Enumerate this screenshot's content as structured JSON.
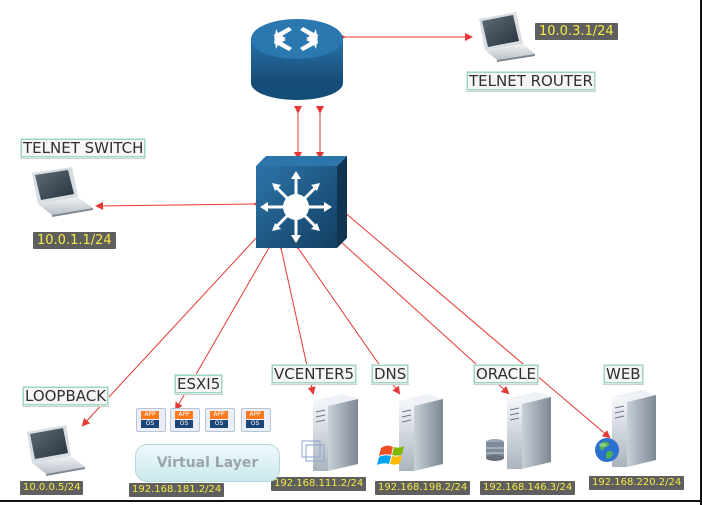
{
  "diagram": {
    "nodes": {
      "router": {
        "name": "router",
        "icon": "router-icon"
      },
      "switch": {
        "name": "switch",
        "icon": "switch-icon"
      },
      "telnet_router": {
        "label": "TELNET ROUTER",
        "ip": "10.0.3.1/24",
        "icon": "laptop-icon"
      },
      "telnet_switch": {
        "label": "TELNET SWITCH",
        "ip": "10.0.1.1/24",
        "icon": "laptop-icon"
      },
      "loopback": {
        "label": "LOOPBACK",
        "ip": "10.0.0.5/24",
        "icon": "laptop-icon"
      },
      "esxi5": {
        "label": "ESXI5",
        "ip": "192.168.181.2/24",
        "icon": "virtual-layer-icon",
        "vm_app_label": "APP",
        "vm_os_label": "OS",
        "virtual_layer_label": "Virtual Layer"
      },
      "vcenter5": {
        "label": "VCENTER5",
        "ip": "192.168.111.2/24",
        "icon": "server-icon"
      },
      "dns": {
        "label": "DNS",
        "ip": "192.168.198.2/24",
        "icon": "server-icon"
      },
      "oracle": {
        "label": "ORACLE",
        "ip": "192.168.146.3/24",
        "icon": "server-icon"
      },
      "web": {
        "label": "WEB",
        "ip": "192.168.220.2/24",
        "icon": "server-icon"
      }
    },
    "colors": {
      "link": "#e53935",
      "device_blue": "#1f5f93",
      "label_border": "#9dd7be",
      "ip_bg": "#5f5f5f",
      "ip_text": "#f5ea45"
    }
  }
}
